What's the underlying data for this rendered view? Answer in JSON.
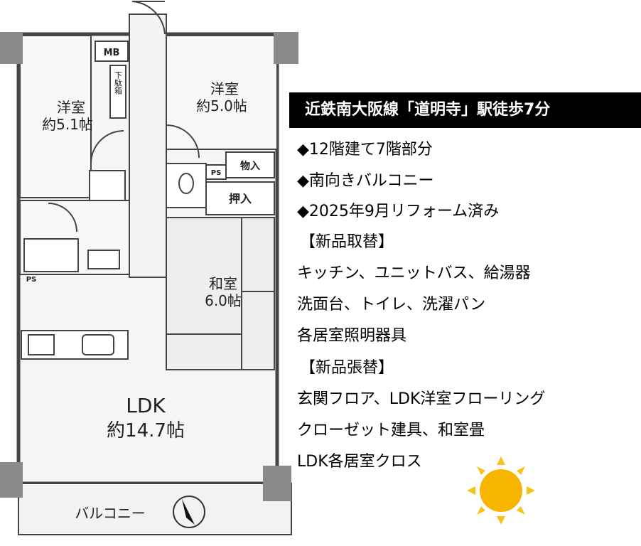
{
  "floor_plan": {
    "rooms": {
      "western_room_1": {
        "name": "洋室",
        "size": "約5.1帖"
      },
      "western_room_2": {
        "name": "洋室",
        "size": "約5.0帖"
      },
      "japanese_room": {
        "name": "和室",
        "size": "6.0帖"
      },
      "ldk": {
        "name": "LDK",
        "size": "約14.7帖"
      },
      "balcony": "バルコニー"
    },
    "labels": {
      "mb": "MB",
      "shoe_box": "下駄箱",
      "storage": "物入",
      "closet": "押入",
      "ps_upper": "PS",
      "ps_lower": "PS"
    }
  },
  "info": {
    "header": "近鉄南大阪線「道明寺」駅徒歩7分",
    "lines": [
      "◆12階建て7階部分",
      "◆南向きバルコニー",
      "◆2025年9月リフォーム済み",
      "【新品取替】",
      "キッチン、ユニットバス、給湯器",
      "洗面台、トイレ、洗濯パン",
      "各居室照明器具",
      "【新品張替】",
      "玄関フロア、LDK洋室フローリング",
      "クローゼット建具、和室畳",
      "LDK各居室クロス"
    ]
  },
  "colors": {
    "header_bg": "#000000",
    "sun": "#f7b500",
    "wall": "#555555"
  }
}
